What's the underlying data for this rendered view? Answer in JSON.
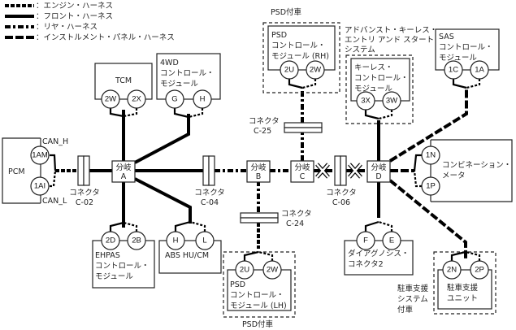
{
  "legend": [
    {
      "style": "engine",
      "label": "：エンジン・ハーネス"
    },
    {
      "style": "front",
      "label": "：フロント・ハーネス"
    },
    {
      "style": "rear",
      "label": "：リヤ・ハーネス"
    },
    {
      "style": "inst",
      "label": "：インストルメント・パネル・ハーネス"
    }
  ],
  "branches": {
    "A": {
      "line1": "分岐",
      "line2": "A"
    },
    "B": {
      "line1": "分岐",
      "line2": "B"
    },
    "C": {
      "line1": "分岐",
      "line2": "C"
    },
    "D": {
      "line1": "分岐",
      "line2": "D"
    }
  },
  "connectors": {
    "c02": {
      "line1": "コネクタ",
      "line2": "C-02"
    },
    "c04": {
      "line1": "コネクタ",
      "line2": "C-04"
    },
    "c06": {
      "line1": "コネクタ",
      "line2": "C-06"
    },
    "c24": {
      "line1": "コネクタ",
      "line2": "C-24"
    },
    "c25": {
      "line1": "コネクタ",
      "line2": "C-25"
    }
  },
  "modules": {
    "pcm": {
      "name": "PCM",
      "pins": [
        "1AM",
        "1AI"
      ],
      "can_h": "CAN_H",
      "can_l": "CAN_L"
    },
    "tcm": {
      "name": "TCM",
      "pins": [
        "2W",
        "2X"
      ]
    },
    "awd": {
      "lines": [
        "4WD",
        "コントロール・",
        "モジュール"
      ],
      "pins": [
        "G",
        "H"
      ]
    },
    "psd_rh": {
      "lines": [
        "PSD",
        "コントロール・",
        "モジュール (RH)"
      ],
      "pins": [
        "2U",
        "2W"
      ],
      "option": "PSD付車"
    },
    "keyless": {
      "lines": [
        "キーレス・",
        "コントロール・",
        "モジュール"
      ],
      "pins": [
        "3X",
        "3W"
      ],
      "option_lines": [
        "アドバンスト・キーレス・",
        "エントリ アンド スタート・",
        "システム"
      ]
    },
    "sas": {
      "lines": [
        "SAS",
        "コントロール・",
        "モジュール"
      ],
      "pins": [
        "1C",
        "1A"
      ]
    },
    "combi": {
      "lines": [
        "コンビネーション・",
        "メータ"
      ],
      "pins": [
        "1N",
        "1P"
      ]
    },
    "ehpas": {
      "lines": [
        "EHPAS",
        "コントロール・",
        "モジュール"
      ],
      "pins": [
        "2D",
        "2B"
      ]
    },
    "abs": {
      "name": "ABS HU/CM",
      "pins": [
        "H",
        "L"
      ]
    },
    "psd_lh": {
      "lines": [
        "PSD",
        "コントロール・",
        "モジュール (LH)"
      ],
      "pins": [
        "2U",
        "2W"
      ],
      "option": "PSD付車"
    },
    "diag": {
      "lines": [
        "ダイアグノシス・",
        "コネクタ2"
      ],
      "pins": [
        "F",
        "E"
      ]
    },
    "park": {
      "lines": [
        "駐車支援",
        "ユニット"
      ],
      "pins": [
        "2N",
        "2P"
      ],
      "option_lines": [
        "駐車支援",
        "システム",
        "付車"
      ]
    }
  }
}
